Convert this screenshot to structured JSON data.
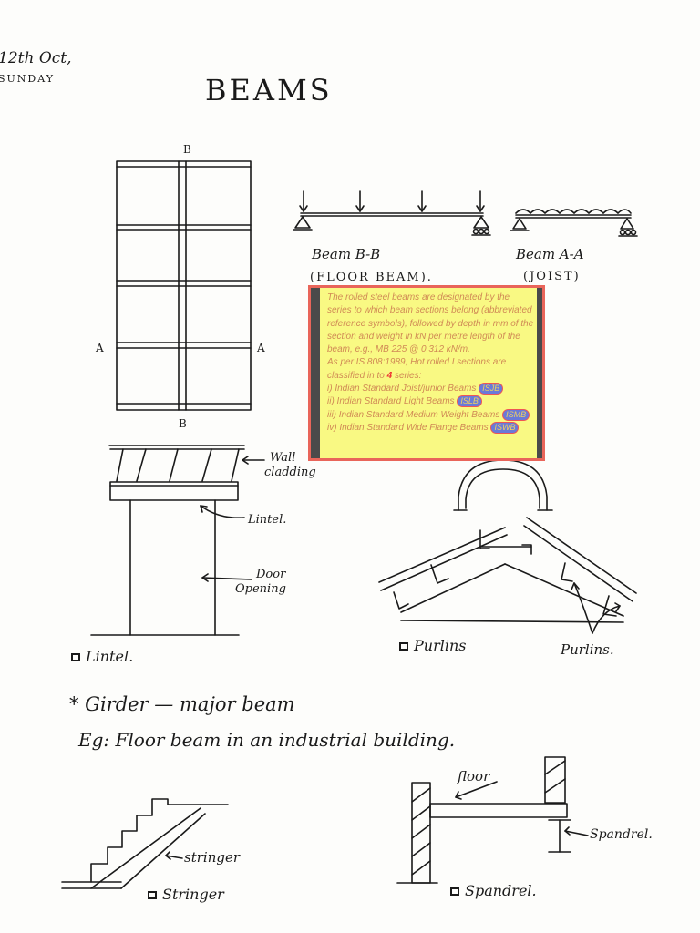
{
  "header": {
    "date_line1": "12th Oct,",
    "date_line2": "SUNDAY",
    "title": "BEAMS"
  },
  "plan": {
    "label_b_top": "B",
    "label_b_bottom": "B",
    "label_a_left": "A",
    "label_a_right": "A"
  },
  "beam_bb": {
    "line1": "Beam B-B",
    "line2": "(FLOOR BEAM)."
  },
  "beam_aa": {
    "line1": "Beam A-A",
    "line2": "(JOIST)"
  },
  "note": {
    "paragraph1": "The rolled steel beams are designated by the series to which beam sections belong (abbreviated reference symbols), followed by depth in mm of the section and weight in kN per metre length of the beam, e.g., MB 225 @ 0.312 kN/m.",
    "paragraph2": "As per IS 808:1989, Hot rolled I sections are classified in to",
    "count_mark": "4",
    "paragraph2_end": "series:",
    "items": [
      {
        "text": "i) Indian Standard Joist/junior Beams",
        "tag": "ISJB"
      },
      {
        "text": "ii) Indian Standard Light Beams",
        "tag": "ISLB"
      },
      {
        "text": "iii) Indian Standard Medium Weight Beams",
        "tag": "ISMB"
      },
      {
        "text": "iv) Indian Standard Wide Flange Beams",
        "tag": "ISWB"
      }
    ]
  },
  "lintel_fig": {
    "wall_cladding_1": "Wall",
    "wall_cladding_2": "cladding",
    "lintel": "Lintel.",
    "door_1": "Door",
    "door_2": "Opening",
    "caption": "Lintel."
  },
  "purlin_fig": {
    "caption": "Purlins",
    "label": "Purlins."
  },
  "girder": {
    "line1": "* Girder — major beam",
    "line2": "Eg: Floor beam in an industrial building."
  },
  "stringer_fig": {
    "label": "stringer",
    "caption": "Stringer"
  },
  "spandrel_fig": {
    "floor": "floor",
    "label": "Spandrel.",
    "caption": "Spandrel."
  }
}
